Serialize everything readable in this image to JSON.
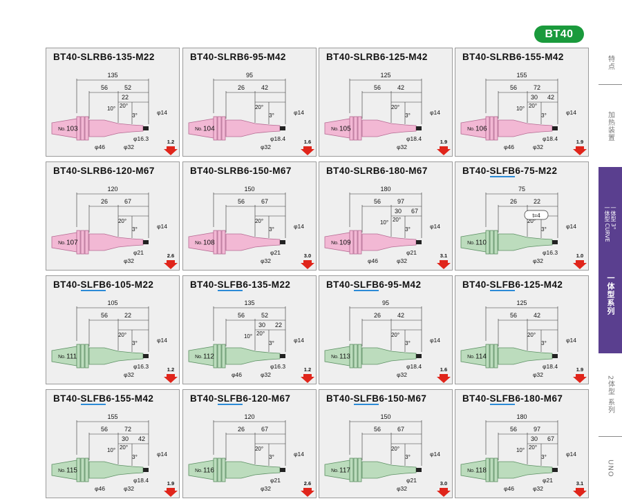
{
  "badge": "BT40",
  "side_tabs": [
    {
      "label": "特点",
      "active": false
    },
    {
      "label": "加热装置",
      "active": false
    },
    {
      "label": "一体型系列",
      "sub1": "一体型 3°",
      "sub2": "一体型 CURVE",
      "active": true
    },
    {
      "label": "2体型 系列",
      "active": false
    },
    {
      "label": "UNO",
      "active": false
    }
  ],
  "cards": [
    {
      "title_pre": "BT40-SLRB6-135-M22",
      "title_ul": "",
      "title_post": "",
      "no": "103",
      "color": "pink",
      "dims": {
        "total": "135",
        "seg1": "56",
        "seg2": "52",
        "seg3": "22",
        "seg4": ""
      },
      "angles": [
        "10°",
        "20°",
        "3°"
      ],
      "dias": [
        "φ14",
        "φ16.3",
        "φ32",
        "φ46"
      ],
      "ratio": "1.2"
    },
    {
      "title_pre": "BT40-SLRB6-95-M42",
      "title_ul": "",
      "title_post": "",
      "no": "104",
      "color": "pink",
      "dims": {
        "total": "95",
        "seg1": "26",
        "seg2": "42",
        "seg3": "",
        "seg4": ""
      },
      "angles": [
        "20°",
        "3°"
      ],
      "dias": [
        "φ14",
        "φ18.4",
        "φ32"
      ],
      "ratio": "1.6"
    },
    {
      "title_pre": "BT40-SLRB6-125-M42",
      "title_ul": "",
      "title_post": "",
      "no": "105",
      "color": "pink",
      "dims": {
        "total": "125",
        "seg1": "56",
        "seg2": "42",
        "seg3": "",
        "seg4": ""
      },
      "angles": [
        "20°",
        "3°"
      ],
      "dias": [
        "φ14",
        "φ18.4",
        "φ32"
      ],
      "ratio": "1.9"
    },
    {
      "title_pre": "BT40-SLRB6-155-M42",
      "title_ul": "",
      "title_post": "",
      "no": "106",
      "color": "pink",
      "dims": {
        "total": "155",
        "seg1": "56",
        "seg2": "72",
        "seg3": "30",
        "seg4": "42"
      },
      "angles": [
        "10°",
        "20°",
        "3°"
      ],
      "dias": [
        "φ14",
        "φ18.4",
        "φ32",
        "φ46"
      ],
      "ratio": "1.9"
    },
    {
      "title_pre": "BT40-SLRB6-120-M67",
      "title_ul": "",
      "title_post": "",
      "no": "107",
      "color": "pink",
      "dims": {
        "total": "120",
        "seg1": "26",
        "seg2": "67",
        "seg3": "",
        "seg4": ""
      },
      "angles": [
        "20°",
        "3°"
      ],
      "dias": [
        "φ14",
        "φ21",
        "φ32"
      ],
      "ratio": "2.6"
    },
    {
      "title_pre": "BT40-SLRB6-150-M67",
      "title_ul": "",
      "title_post": "",
      "no": "108",
      "color": "pink",
      "dims": {
        "total": "150",
        "seg1": "56",
        "seg2": "67",
        "seg3": "",
        "seg4": ""
      },
      "angles": [
        "20°",
        "3°"
      ],
      "dias": [
        "φ14",
        "φ21",
        "φ32"
      ],
      "ratio": "3.0"
    },
    {
      "title_pre": "BT40-SLRB6-180-M67",
      "title_ul": "",
      "title_post": "",
      "no": "109",
      "color": "pink",
      "dims": {
        "total": "180",
        "seg1": "56",
        "seg2": "97",
        "seg3": "30",
        "seg4": "67"
      },
      "angles": [
        "10°",
        "20°",
        "3°"
      ],
      "dias": [
        "φ14",
        "φ21",
        "φ32",
        "φ46"
      ],
      "ratio": "3.1"
    },
    {
      "title_pre": "BT40-",
      "title_ul": "SLFB",
      "title_post": "6-75-M22",
      "no": "110",
      "color": "green",
      "dims": {
        "total": "75",
        "seg1": "26",
        "seg2": "22",
        "seg3": "",
        "seg4": ""
      },
      "angles": [
        "20°",
        "3°"
      ],
      "dias": [
        "φ14",
        "φ16.3",
        "φ32"
      ],
      "ratio": "1.0",
      "callout": "t=4"
    },
    {
      "title_pre": "BT40-",
      "title_ul": "SLFB",
      "title_post": "6-105-M22",
      "no": "111",
      "color": "green",
      "dims": {
        "total": "105",
        "seg1": "56",
        "seg2": "22",
        "seg3": "",
        "seg4": ""
      },
      "angles": [
        "20°",
        "3°"
      ],
      "dias": [
        "φ14",
        "φ16.3",
        "φ32"
      ],
      "ratio": "1.2"
    },
    {
      "title_pre": "BT40-",
      "title_ul": "SLFB",
      "title_post": "6-135-M22",
      "no": "112",
      "color": "green",
      "dims": {
        "total": "135",
        "seg1": "56",
        "seg2": "52",
        "seg3": "30",
        "seg4": "22"
      },
      "angles": [
        "10°",
        "20°",
        "3°"
      ],
      "dias": [
        "φ14",
        "φ16.3",
        "φ32",
        "φ46"
      ],
      "ratio": "1.2"
    },
    {
      "title_pre": "BT40-",
      "title_ul": "SLFB",
      "title_post": "6-95-M42",
      "no": "113",
      "color": "green",
      "dims": {
        "total": "95",
        "seg1": "26",
        "seg2": "42",
        "seg3": "",
        "seg4": ""
      },
      "angles": [
        "20°",
        "3°"
      ],
      "dias": [
        "φ14",
        "φ18.4",
        "φ32"
      ],
      "ratio": "1.6"
    },
    {
      "title_pre": "BT40-",
      "title_ul": "SLFB",
      "title_post": "6-125-M42",
      "no": "114",
      "color": "green",
      "dims": {
        "total": "125",
        "seg1": "56",
        "seg2": "42",
        "seg3": "",
        "seg4": ""
      },
      "angles": [
        "20°",
        "3°"
      ],
      "dias": [
        "φ14",
        "φ18.4",
        "φ32"
      ],
      "ratio": "1.9"
    },
    {
      "title_pre": "BT40-",
      "title_ul": "SLFB",
      "title_post": "6-155-M42",
      "no": "115",
      "color": "green",
      "dims": {
        "total": "155",
        "seg1": "56",
        "seg2": "72",
        "seg3": "30",
        "seg4": "42"
      },
      "angles": [
        "10°",
        "20°",
        "3°"
      ],
      "dias": [
        "φ14",
        "φ18.4",
        "φ32",
        "φ46"
      ],
      "ratio": "1.9"
    },
    {
      "title_pre": "BT40-",
      "title_ul": "SLFB",
      "title_post": "6-120-M67",
      "no": "116",
      "color": "green",
      "dims": {
        "total": "120",
        "seg1": "26",
        "seg2": "67",
        "seg3": "",
        "seg4": ""
      },
      "angles": [
        "20°",
        "3°"
      ],
      "dias": [
        "φ14",
        "φ21",
        "φ32"
      ],
      "ratio": "2.6"
    },
    {
      "title_pre": "BT40-",
      "title_ul": "SLFB",
      "title_post": "6-150-M67",
      "no": "117",
      "color": "green",
      "dims": {
        "total": "150",
        "seg1": "56",
        "seg2": "67",
        "seg3": "",
        "seg4": ""
      },
      "angles": [
        "20°",
        "3°"
      ],
      "dias": [
        "φ14",
        "φ21",
        "φ32"
      ],
      "ratio": "3.0"
    },
    {
      "title_pre": "BT40-",
      "title_ul": "SLFB",
      "title_post": "6-180-M67",
      "no": "118",
      "color": "green",
      "dims": {
        "total": "180",
        "seg1": "56",
        "seg2": "97",
        "seg3": "30",
        "seg4": "67"
      },
      "angles": [
        "10°",
        "20°",
        "3°"
      ],
      "dias": [
        "φ14",
        "φ21",
        "φ32",
        "φ46"
      ],
      "ratio": "3.1"
    }
  ],
  "colors": {
    "pink_fill": "#f2b8d4",
    "pink_stroke": "#b56a92",
    "green_fill": "#bcdcbd",
    "green_stroke": "#5b8f62",
    "arrow": "#e0251b",
    "badge": "#1a9a3c",
    "active_tab": "#5a3f8f",
    "underline": "#2b8ad6"
  }
}
